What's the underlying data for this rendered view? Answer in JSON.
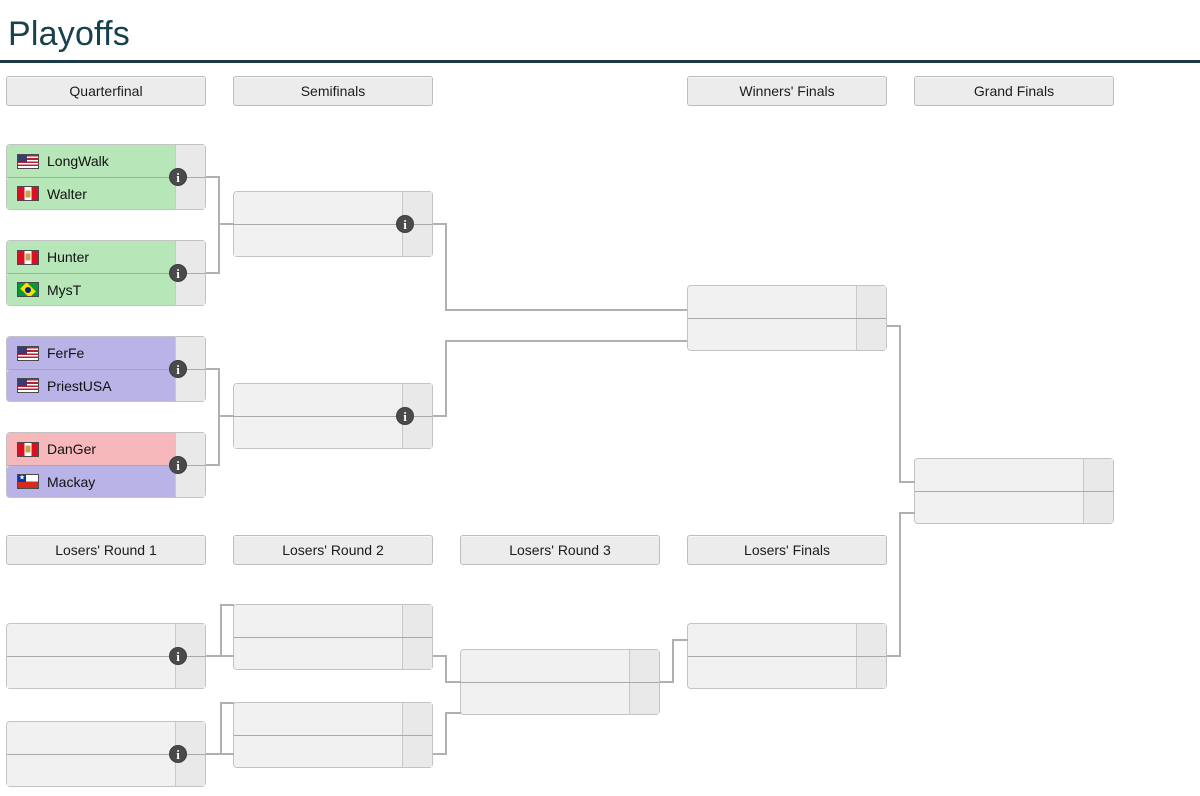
{
  "page": {
    "title": "Playoffs"
  },
  "rounds": {
    "winners": [
      {
        "id": "quarterfinal",
        "label": "Quarterfinal"
      },
      {
        "id": "semifinals",
        "label": "Semifinals"
      },
      {
        "id": "winners-finals",
        "label": "Winners' Finals"
      },
      {
        "id": "grand-finals",
        "label": "Grand Finals"
      }
    ],
    "losers": [
      {
        "id": "losers-round-1",
        "label": "Losers' Round 1"
      },
      {
        "id": "losers-round-2",
        "label": "Losers' Round 2"
      },
      {
        "id": "losers-round-3",
        "label": "Losers' Round 3"
      },
      {
        "id": "losers-finals",
        "label": "Losers' Finals"
      }
    ]
  },
  "icons": {
    "info": "i",
    "info_name": "info-icon"
  },
  "colors": {
    "win_green": "#b7e6b8",
    "win_purple": "#b9b3e8",
    "loss_red": "#f7b8bc",
    "box_bg": "#f1f1f1",
    "score_bg": "#e9e9e9",
    "border": "#c3c3c3",
    "line": "#b0b0b0",
    "title": "#18414e",
    "rule": "#1b3a47"
  },
  "matches": {
    "qf1": {
      "name": "quarterfinal-match-1",
      "rows": [
        {
          "player": "LongWalk",
          "flag": "usa",
          "flag_label": "United States",
          "score": "",
          "state": "win-green"
        },
        {
          "player": "Walter",
          "flag": "peru",
          "flag_label": "Peru",
          "score": "",
          "state": "win-green"
        }
      ]
    },
    "qf2": {
      "name": "quarterfinal-match-2",
      "rows": [
        {
          "player": "Hunter",
          "flag": "peru",
          "flag_label": "Peru",
          "score": "",
          "state": "win-green"
        },
        {
          "player": "MysT",
          "flag": "brazil",
          "flag_label": "Brazil",
          "score": "",
          "state": "win-green"
        }
      ]
    },
    "qf3": {
      "name": "quarterfinal-match-3",
      "rows": [
        {
          "player": "FerFe",
          "flag": "usa",
          "flag_label": "United States",
          "score": "",
          "state": "win-purple"
        },
        {
          "player": "PriestUSA",
          "flag": "usa",
          "flag_label": "United States",
          "score": "",
          "state": "win-purple"
        }
      ]
    },
    "qf4": {
      "name": "quarterfinal-match-4",
      "rows": [
        {
          "player": "DanGer",
          "flag": "peru",
          "flag_label": "Peru",
          "score": "",
          "state": "win-red"
        },
        {
          "player": "Mackay",
          "flag": "chile",
          "flag_label": "Chile",
          "score": "",
          "state": "win-purple"
        }
      ]
    },
    "sf1": {
      "name": "semifinal-match-1",
      "rows": [
        {
          "player": "",
          "flag": "",
          "flag_label": "",
          "score": "",
          "state": ""
        },
        {
          "player": "",
          "flag": "",
          "flag_label": "",
          "score": "",
          "state": ""
        }
      ]
    },
    "sf2": {
      "name": "semifinal-match-2",
      "rows": [
        {
          "player": "",
          "flag": "",
          "flag_label": "",
          "score": "",
          "state": ""
        },
        {
          "player": "",
          "flag": "",
          "flag_label": "",
          "score": "",
          "state": ""
        }
      ]
    },
    "wf": {
      "name": "winners-finals-match",
      "rows": [
        {
          "player": "",
          "flag": "",
          "flag_label": "",
          "score": "",
          "state": ""
        },
        {
          "player": "",
          "flag": "",
          "flag_label": "",
          "score": "",
          "state": ""
        }
      ]
    },
    "gf": {
      "name": "grand-finals-match",
      "rows": [
        {
          "player": "",
          "flag": "",
          "flag_label": "",
          "score": "",
          "state": ""
        },
        {
          "player": "",
          "flag": "",
          "flag_label": "",
          "score": "",
          "state": ""
        }
      ]
    },
    "lr1a": {
      "name": "losers-round-1-match-1",
      "rows": [
        {
          "player": "",
          "flag": "",
          "flag_label": "",
          "score": "",
          "state": ""
        },
        {
          "player": "",
          "flag": "",
          "flag_label": "",
          "score": "",
          "state": ""
        }
      ]
    },
    "lr1b": {
      "name": "losers-round-1-match-2",
      "rows": [
        {
          "player": "",
          "flag": "",
          "flag_label": "",
          "score": "",
          "state": ""
        },
        {
          "player": "",
          "flag": "",
          "flag_label": "",
          "score": "",
          "state": ""
        }
      ]
    },
    "lr2a": {
      "name": "losers-round-2-match-1",
      "rows": [
        {
          "player": "",
          "flag": "",
          "flag_label": "",
          "score": "",
          "state": ""
        },
        {
          "player": "",
          "flag": "",
          "flag_label": "",
          "score": "",
          "state": ""
        }
      ]
    },
    "lr2b": {
      "name": "losers-round-2-match-2",
      "rows": [
        {
          "player": "",
          "flag": "",
          "flag_label": "",
          "score": "",
          "state": ""
        },
        {
          "player": "",
          "flag": "",
          "flag_label": "",
          "score": "",
          "state": ""
        }
      ]
    },
    "lr3": {
      "name": "losers-round-3-match",
      "rows": [
        {
          "player": "",
          "flag": "",
          "flag_label": "",
          "score": "",
          "state": ""
        },
        {
          "player": "",
          "flag": "",
          "flag_label": "",
          "score": "",
          "state": ""
        }
      ]
    },
    "lf": {
      "name": "losers-finals-match",
      "rows": [
        {
          "player": "",
          "flag": "",
          "flag_label": "",
          "score": "",
          "state": ""
        },
        {
          "player": "",
          "flag": "",
          "flag_label": "",
          "score": "",
          "state": ""
        }
      ]
    }
  }
}
